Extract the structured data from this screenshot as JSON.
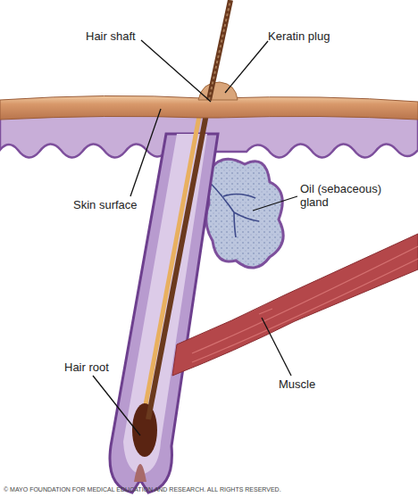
{
  "diagram": {
    "labels": [
      "Hair shaft",
      "Keratin plug",
      "Skin surface",
      "Oil (sebaceous) gland",
      "Hair root",
      "Muscle",
      "© MAYO FOUNDATION FOR MEDICAL EDUCATION AND RESEARCH. ALL RIGHTS RESERVED."
    ]
  }
}
